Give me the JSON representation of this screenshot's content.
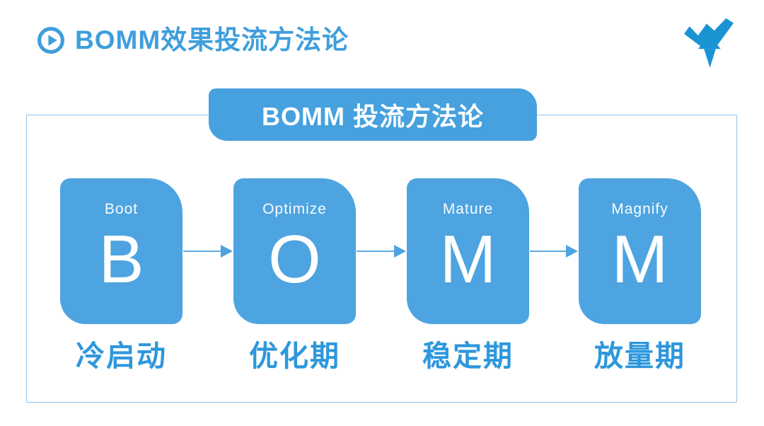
{
  "header": {
    "title": "BOMM效果投流方法论"
  },
  "panel": {
    "banner_title": "BOMM 投流方法论"
  },
  "steps": [
    {
      "en": "Boot",
      "letter": "B",
      "zh": "冷启动"
    },
    {
      "en": "Optimize",
      "letter": "O",
      "zh": "优化期"
    },
    {
      "en": "Mature",
      "letter": "M",
      "zh": "稳定期"
    },
    {
      "en": "Magnify",
      "letter": "M",
      "zh": "放量期"
    }
  ],
  "icons": {
    "header_icon": "play-circle-icon",
    "logo": "w-arrow-logo"
  },
  "colors": {
    "accent_blue": "#3F9EDC",
    "card_blue": "#4DA4E0",
    "banner_blue": "#46A1DE",
    "label_blue": "#2E97DC",
    "panel_border": "#8FC2E8",
    "logo_blue": "#1B94D3",
    "background": "#FFFFFF"
  }
}
